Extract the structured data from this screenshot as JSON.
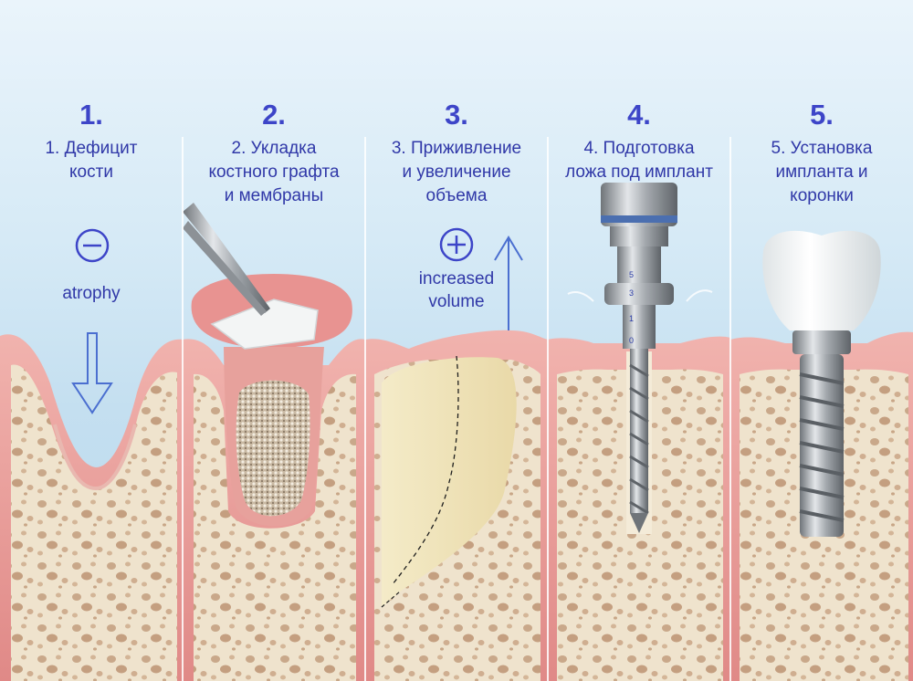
{
  "panels": [
    {
      "number": "1.",
      "title": "1. Дефицит\nкости",
      "note": "atrophy",
      "icon": "minus-circle-icon",
      "arrow": "down-arrow-icon"
    },
    {
      "number": "2.",
      "title": "2. Укладка\nкостного графта\nи мембраны",
      "icon": "forceps-icon"
    },
    {
      "number": "3.",
      "title": "3. Приживление\nи увеличение\nобъема",
      "note": "increased\nvolume",
      "icon": "plus-circle-icon",
      "arrow": "up-arrow-icon"
    },
    {
      "number": "4.",
      "title": "4. Подготовка\nложа под имплант",
      "icon": "drill-icon",
      "drill_marks": [
        "5",
        "3",
        "1",
        "0"
      ]
    },
    {
      "number": "5.",
      "title": "5. Установка\nимпланта и\nкоронки",
      "icon": "implant-crown-icon"
    }
  ],
  "colors": {
    "accent": "#3d45c8",
    "gum": "#e79a98",
    "bone": "#eee2cc",
    "graft": "#f1e6bd",
    "metal": "#a9adb2"
  }
}
